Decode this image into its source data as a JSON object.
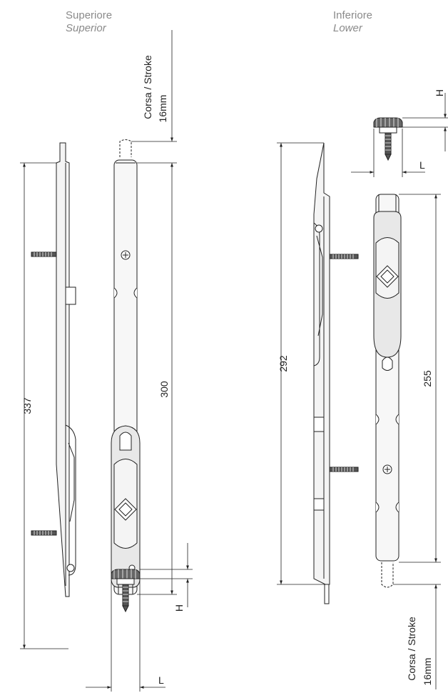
{
  "sections": {
    "superior": {
      "title": "Superiore",
      "subtitle": "Superior"
    },
    "lower": {
      "title": "Inferiore",
      "subtitle": "Lower"
    }
  },
  "dimensions": {
    "superior_total": "337",
    "superior_body": "300",
    "lower_total": "292",
    "lower_body": "255",
    "stroke_label": "Corsa / Stroke",
    "stroke_value": "16mm",
    "height": "H",
    "length": "L"
  },
  "colors": {
    "line": "#222222",
    "header": "#8a8a8a",
    "fill": "#f4f4f4",
    "dark": "#555555"
  }
}
